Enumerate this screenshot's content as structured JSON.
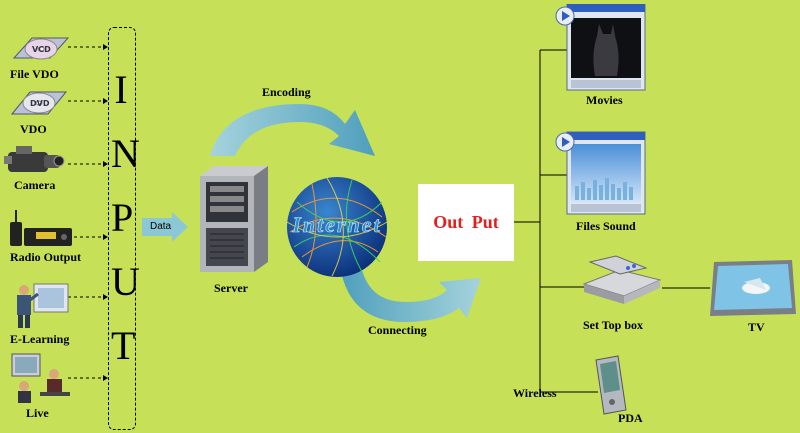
{
  "inputs": [
    {
      "label": "File  VDO",
      "icon": "vcd-disc-icon"
    },
    {
      "label": "VDO",
      "icon": "dvd-disc-icon"
    },
    {
      "label": "Camera",
      "icon": "camcorder-icon"
    },
    {
      "label": "Radio  Output",
      "icon": "radio-icon"
    },
    {
      "label": "E-Learning",
      "icon": "teacher-icon"
    },
    {
      "label": "Live",
      "icon": "live-conference-icon"
    }
  ],
  "input_title": [
    "I",
    "N",
    "P",
    "U",
    "T"
  ],
  "data_label": "Data",
  "server_label": "Server",
  "encoding_label": "Encoding",
  "connecting_label": "Connecting",
  "internet_label": "Internet",
  "output_label": "Out  Put",
  "outputs": {
    "movies": "Movies",
    "files_sound": "Files Sound",
    "set_top_box": "Set Top  box",
    "tv": "TV",
    "wireless": "Wireless",
    "pda": "PDA"
  },
  "colors": {
    "background": "#c6e157",
    "output_text": "#e0201c",
    "arrow_fill": "#7dbfd0"
  }
}
